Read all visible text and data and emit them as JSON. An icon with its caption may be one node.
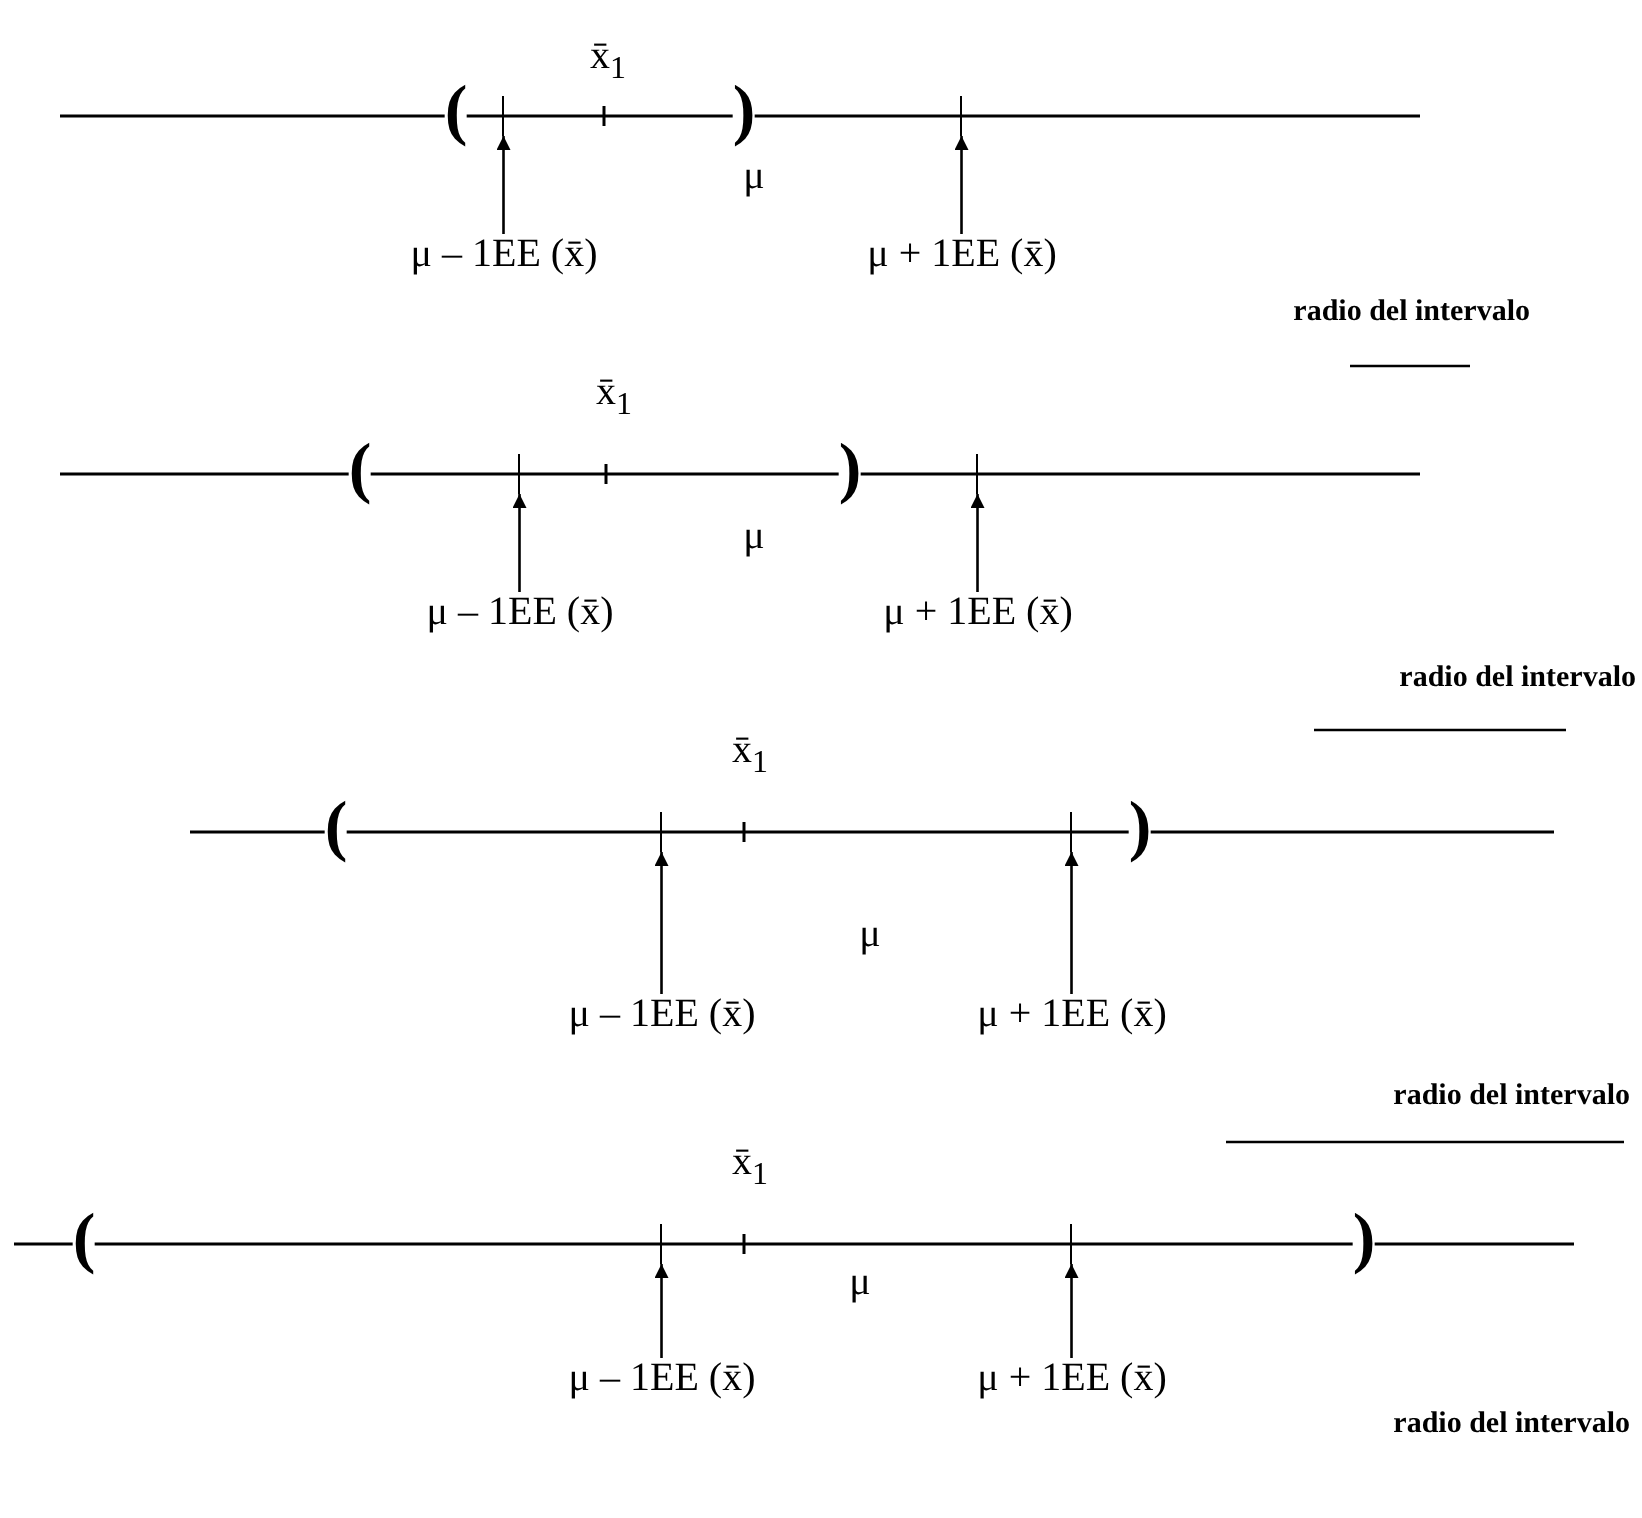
{
  "diagram": {
    "nodes": [
      {
        "text": [],
        "shape": "bar"
      },
      {
        "text": [],
        "shape": "bar"
      },
      {
        "text": [
          "μ – 1EE (x̄)"
        ]
      },
      {
        "text": [
          "μ + 1EE (x̄)"
        ]
      },
      {
        "text": [],
        "shape": "bar"
      },
      {
        "text": [],
        "shape": "bar"
      },
      {
        "text": [
          "μ – 1EE (x̄)"
        ]
      },
      {
        "text": [
          "μ + 1EE (x̄)"
        ]
      },
      {
        "text": [],
        "shape": "bar"
      },
      {
        "text": [],
        "shape": "bar"
      },
      {
        "text": [
          "μ – 1EE (x̄)"
        ]
      },
      {
        "text": [
          "μ + 1EE (x̄)"
        ]
      },
      {
        "text": [],
        "shape": "bar"
      },
      {
        "text": [],
        "shape": "bar"
      },
      {
        "text": [
          "μ – 1EE (x̄)"
        ]
      },
      {
        "text": [
          "μ + 1EE (x̄)"
        ]
      }
    ],
    "edges": [
      {
        "from": 2,
        "to": 0,
        "arrow": "to"
      },
      {
        "from": 3,
        "to": 1,
        "arrow": "to"
      },
      {
        "from": 6,
        "to": 4,
        "arrow": "to"
      },
      {
        "from": 7,
        "to": 5,
        "arrow": "to"
      },
      {
        "from": 10,
        "to": 8,
        "arrow": "to"
      },
      {
        "from": 11,
        "to": 9,
        "arrow": "to"
      },
      {
        "from": 14,
        "to": 12,
        "arrow": "to"
      },
      {
        "from": 15,
        "to": 13,
        "arrow": "to"
      }
    ],
    "labels": [
      "x̄$_{1}$",
      "(",
      ")",
      "μ",
      "radio del intervalo",
      "x̄$_{1}$",
      "(",
      ")",
      "μ",
      "radio del intervalo",
      "x̄$_{1}$",
      "(",
      ")",
      "μ",
      "radio del intervalo",
      "x̄$_{1}$",
      "(",
      ")",
      "μ",
      "radio del intervalo"
    ]
  }
}
